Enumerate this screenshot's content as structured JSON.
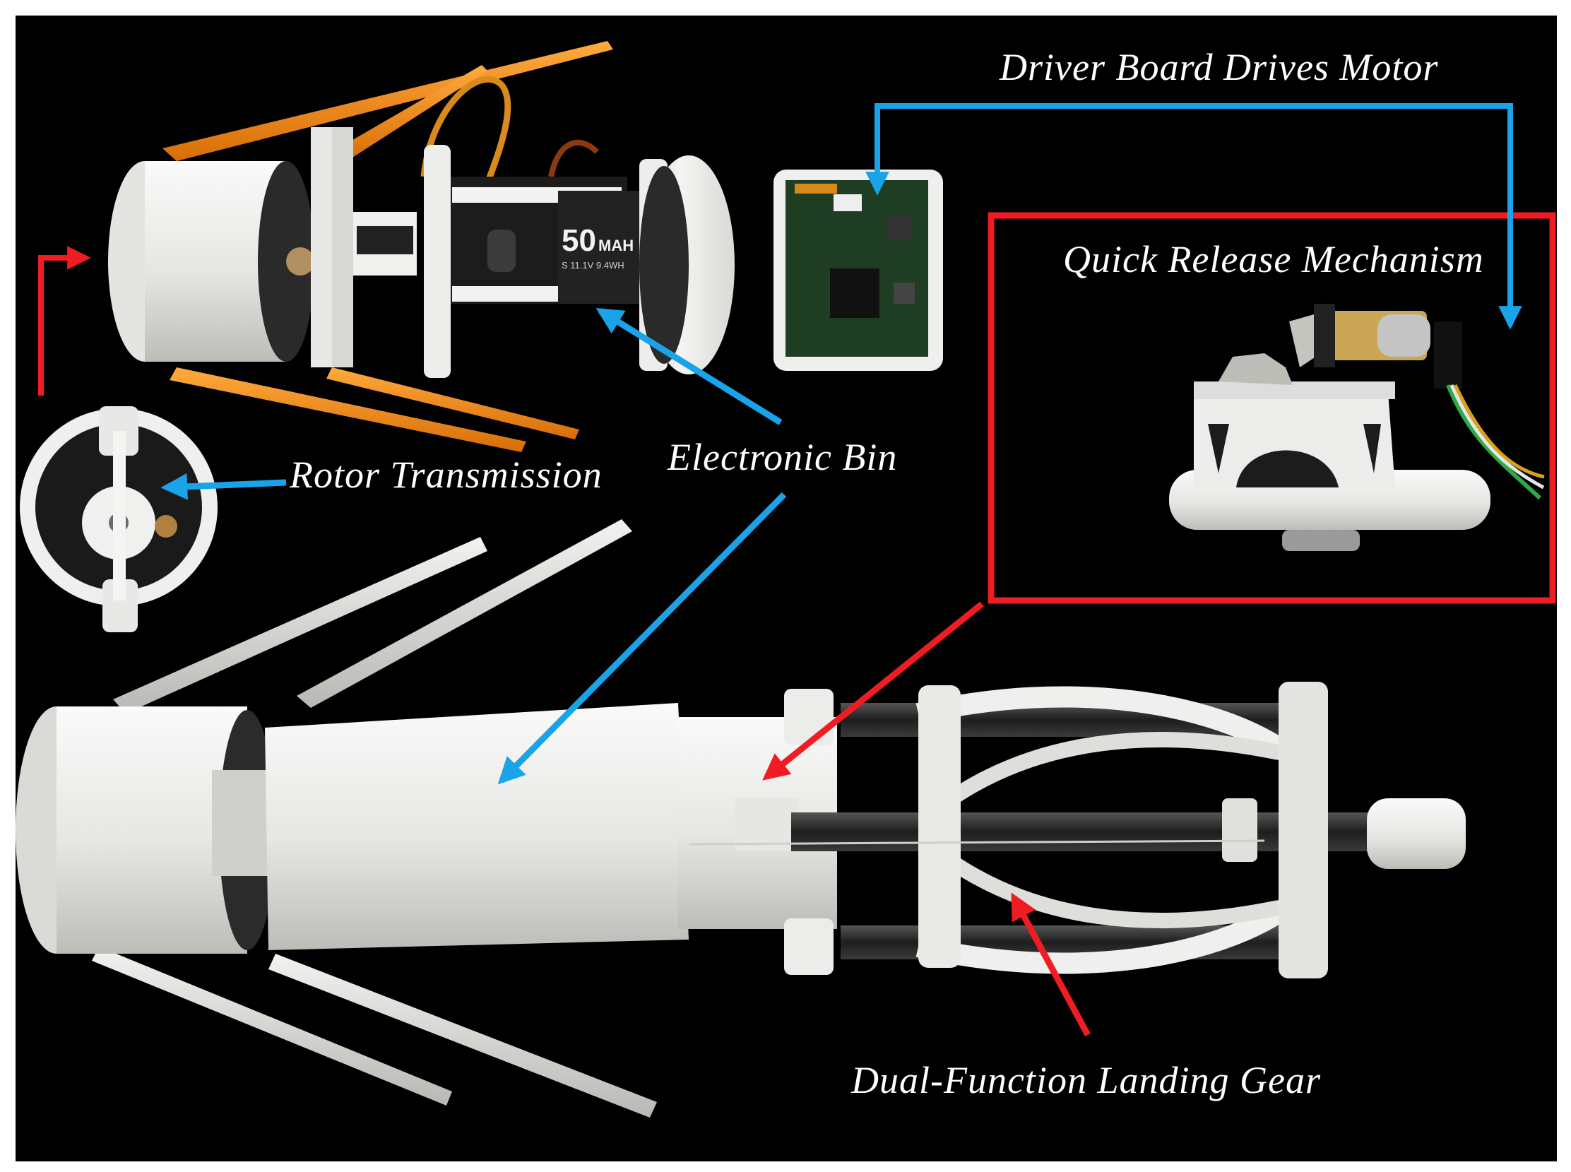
{
  "labels": {
    "driver_board": "Driver Board Drives Motor",
    "quick_release": "Quick Release Mechanism",
    "rotor_transmission": "Rotor Transmission",
    "electronic_bin": "Electronic Bin",
    "landing_gear": "Dual-Function Landing Gear"
  },
  "battery_label": {
    "capacity": "50",
    "unit": "MAH",
    "spec": "S 11.1V 9.4WH"
  },
  "colors": {
    "background": "#000000",
    "blue_arrow": "#1aa3e8",
    "red_arrow": "#ef1c24",
    "part_white": "#f0f0ee",
    "rotor_orange": "#f08a1c",
    "pcb_green": "#1f3d22"
  }
}
